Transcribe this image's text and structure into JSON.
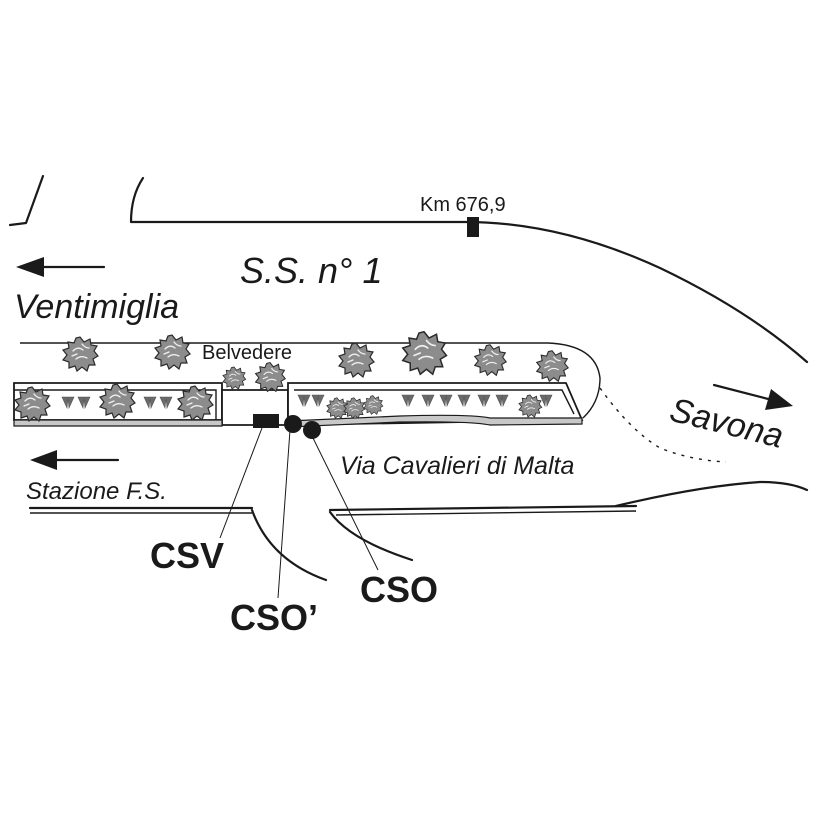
{
  "labels": {
    "road_name": "S.S. n° 1",
    "ventimiglia": "Ventimiglia",
    "savona": "Savona",
    "belvedere": "Belvedere",
    "km_marker": "Km 676,9",
    "street": "Via Cavalieri di Malta",
    "station": "Stazione F.S."
  },
  "stations": {
    "csv": "CSV",
    "cso_prime": "CSO’",
    "cso": "CSO"
  },
  "colors": {
    "ink": "#1a1a1a",
    "vegetation": "#8c8c8c",
    "pavement": "#c8c8c8",
    "background": "#ffffff"
  }
}
